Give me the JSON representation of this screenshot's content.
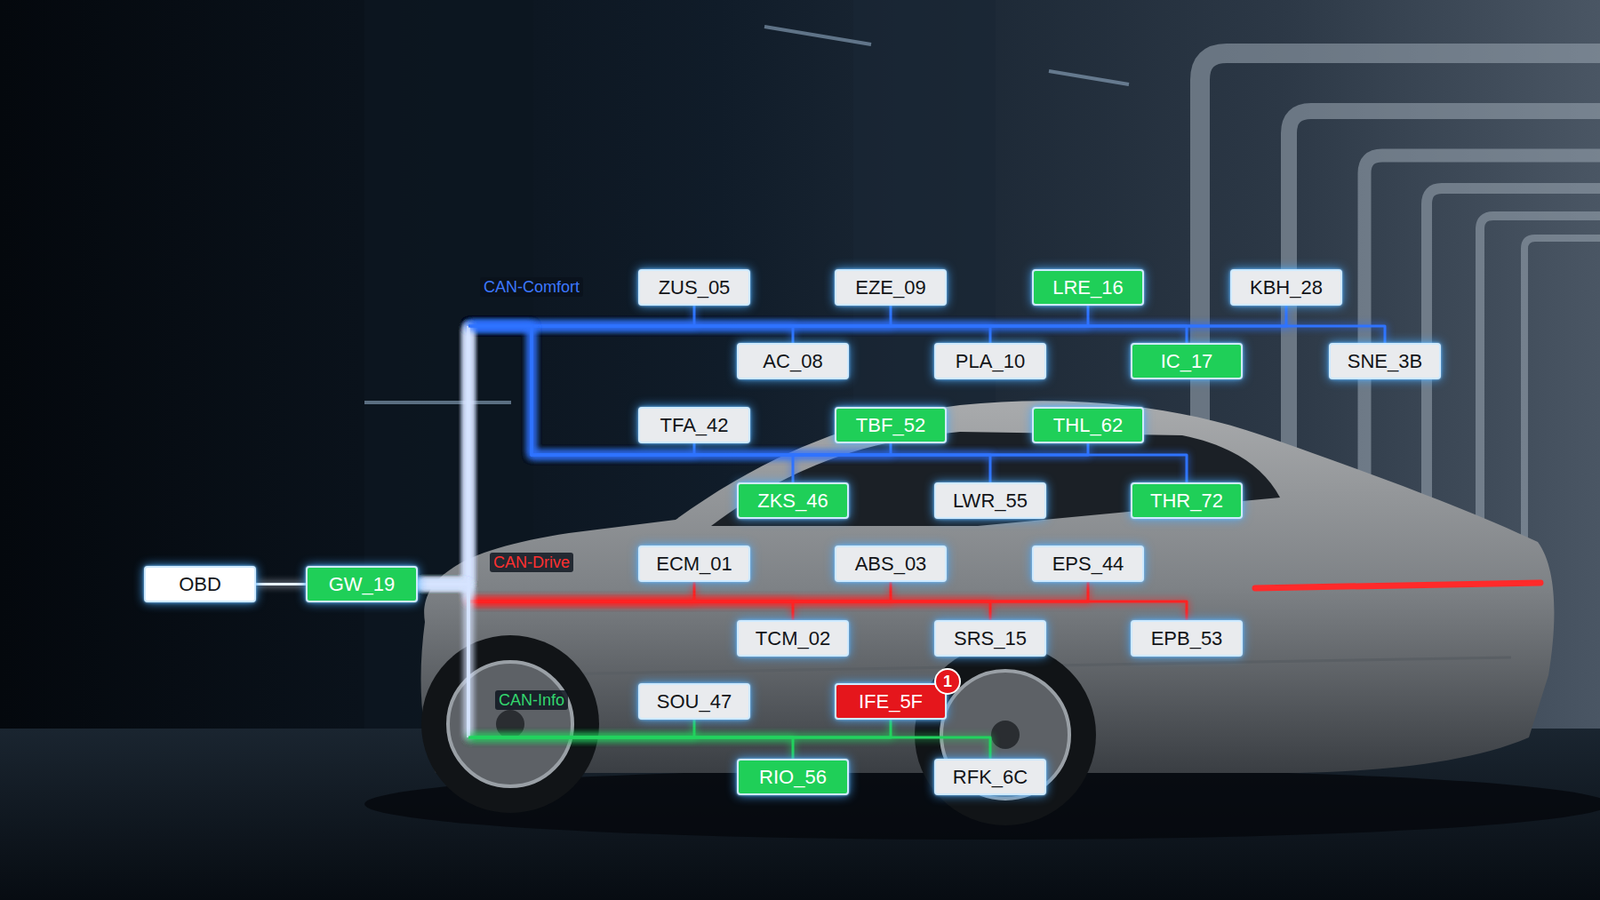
{
  "diagram": {
    "nodes": [
      {
        "text": [
          "ZUS_05"
        ]
      },
      {
        "text": [
          "EZE_09"
        ]
      },
      {
        "text": [
          "LRE_16"
        ]
      },
      {
        "text": [
          "KBH_28"
        ]
      },
      {
        "text": [
          "AC_08"
        ]
      },
      {
        "text": [
          "PLA_10"
        ]
      },
      {
        "text": [
          "IC_17"
        ]
      },
      {
        "text": [
          "SNE_3B"
        ]
      },
      {
        "text": [
          "TFA_42"
        ]
      },
      {
        "text": [
          "TBF_52"
        ]
      },
      {
        "text": [
          "THL_62"
        ]
      },
      {
        "text": [
          "ZKS_46"
        ]
      },
      {
        "text": [
          "LWR_55"
        ]
      },
      {
        "text": [
          "THR_72"
        ]
      },
      {
        "text": [
          "ECM_01"
        ]
      },
      {
        "text": [
          "ABS_03"
        ]
      },
      {
        "text": [
          "EPS_44"
        ]
      },
      {
        "text": [
          "OBD"
        ]
      },
      {
        "text": [
          "GW_19"
        ]
      },
      {
        "text": [
          "TCM_02"
        ]
      },
      {
        "text": [
          "SRS_15"
        ]
      },
      {
        "text": [
          "EPB_53"
        ]
      },
      {
        "text": [
          "SOU_47"
        ]
      },
      {
        "text": [
          "IFE_5F"
        ]
      },
      {
        "text": [
          "RIO_56"
        ]
      },
      {
        "text": [
          "RFK_6C"
        ]
      }
    ],
    "edges": [
      {
        "from": 17,
        "to": 18,
        "arrow": "none"
      },
      {
        "from": 18,
        "to": 0,
        "arrow": "none"
      },
      {
        "from": 18,
        "to": 1,
        "arrow": "none"
      },
      {
        "from": 18,
        "to": 2,
        "arrow": "none"
      },
      {
        "from": 18,
        "to": 3,
        "arrow": "none"
      },
      {
        "from": 18,
        "to": 4,
        "arrow": "none"
      },
      {
        "from": 18,
        "to": 5,
        "arrow": "none"
      },
      {
        "from": 18,
        "to": 6,
        "arrow": "none"
      },
      {
        "from": 18,
        "to": 7,
        "arrow": "none"
      },
      {
        "from": 18,
        "to": 8,
        "arrow": "none"
      },
      {
        "from": 18,
        "to": 9,
        "arrow": "none"
      },
      {
        "from": 18,
        "to": 10,
        "arrow": "none"
      },
      {
        "from": 18,
        "to": 11,
        "arrow": "none"
      },
      {
        "from": 18,
        "to": 12,
        "arrow": "none"
      },
      {
        "from": 18,
        "to": 13,
        "arrow": "none"
      },
      {
        "from": 18,
        "to": 14,
        "arrow": "none"
      },
      {
        "from": 18,
        "to": 15,
        "arrow": "none"
      },
      {
        "from": 18,
        "to": 16,
        "arrow": "none"
      },
      {
        "from": 18,
        "to": 19,
        "arrow": "none"
      },
      {
        "from": 18,
        "to": 20,
        "arrow": "none"
      },
      {
        "from": 18,
        "to": 21,
        "arrow": "none"
      },
      {
        "from": 18,
        "to": 22,
        "arrow": "none"
      },
      {
        "from": 18,
        "to": 23,
        "arrow": "none"
      },
      {
        "from": 18,
        "to": 24,
        "arrow": "none"
      },
      {
        "from": 18,
        "to": 25,
        "arrow": "none"
      }
    ],
    "labels": [
      "CAN-Comfort",
      "CAN-Drive",
      "1",
      "CAN-Info"
    ]
  }
}
